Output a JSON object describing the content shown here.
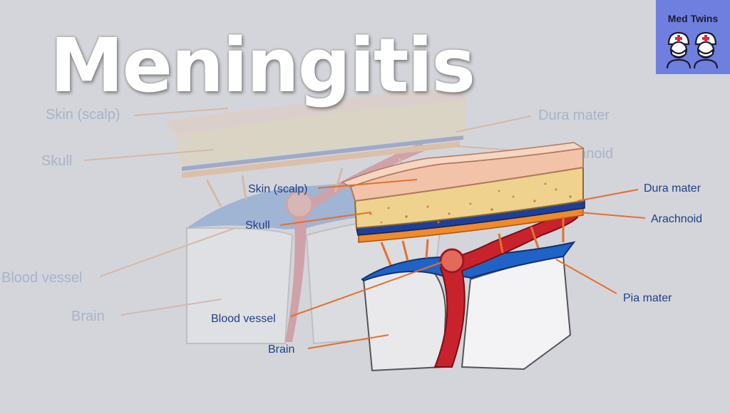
{
  "title": "Meningitis",
  "brand": {
    "name": "Med Twins",
    "icon": "twin-doctors-icon",
    "color": "#6f7fe0"
  },
  "background_labels": {
    "skin": "Skin (scalp)",
    "skull": "Skull",
    "blood_vessel": "Blood vessel",
    "brain": "Brain",
    "dura": "Dura mater",
    "arachnoid": "Arachnoid"
  },
  "labels": {
    "skin": "Skin (scalp)",
    "skull": "Skull",
    "blood_vessel": "Blood vessel",
    "brain": "Brain",
    "dura": "Dura mater",
    "arachnoid": "Arachnoid",
    "pia": "Pia mater"
  },
  "colors": {
    "skin": "#f2c3a8",
    "skull": "#eed28e",
    "dura": "#1e3f99",
    "arachnoid": "#f08a2a",
    "pia": "#1f63c6",
    "vessel": "#c8232c",
    "brain": "#e3e3e6",
    "leader_line": "#e4702e"
  }
}
